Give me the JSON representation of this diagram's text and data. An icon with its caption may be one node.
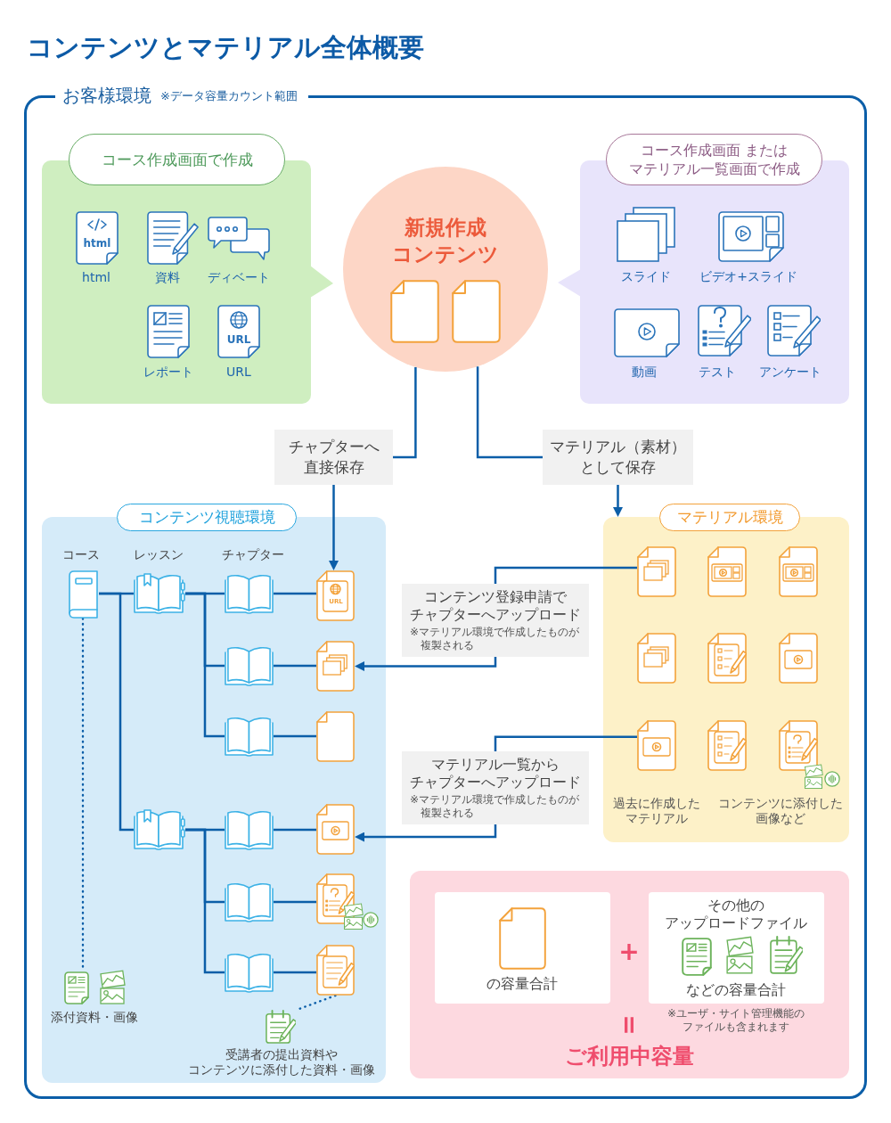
{
  "diagram": {
    "title": "コンテンツとマテリアル全体概要",
    "nodes": [
      {
        "text": [
          "お客様環境",
          "※データ容量カウント範囲"
        ]
      },
      {
        "text": [
          "コース作成画面で作成"
        ],
        "in": 0
      },
      {
        "text": [
          "html",
          "html"
        ],
        "in": 1
      },
      {
        "text": [
          "資料"
        ],
        "in": 1
      },
      {
        "text": [
          "ディベート"
        ],
        "in": 1
      },
      {
        "text": [
          "レポート"
        ],
        "in": 1
      },
      {
        "text": [
          "URL",
          "URL"
        ],
        "in": 1
      },
      {
        "text": [
          "新規作成コンテンツ"
        ],
        "in": 0
      },
      {
        "text": [
          "コース作成画面 またはマテリアル一覧画面で作成"
        ],
        "in": 0
      },
      {
        "text": [
          "スライド"
        ],
        "in": 8
      },
      {
        "text": [
          "ビデオ+スライド"
        ],
        "in": 8
      },
      {
        "text": [
          "動画"
        ],
        "in": 8
      },
      {
        "text": [
          "テスト"
        ],
        "in": 8
      },
      {
        "text": [
          "アンケート"
        ],
        "in": 8
      },
      {
        "text": [
          "チャプターへ直接保存"
        ],
        "in": 0
      },
      {
        "text": [
          "マテリアル（素材）として保存"
        ],
        "in": 0
      },
      {
        "text": [
          "コンテンツ視聴環境"
        ],
        "in": 0
      },
      {
        "text": [],
        "shape": "picture",
        "in": 16
      },
      {
        "text": [],
        "shape": "picture",
        "in": 16
      },
      {
        "text": [],
        "shape": "picture",
        "in": 16
      },
      {
        "text": [
          "URL"
        ],
        "in": 16
      },
      {
        "text": [],
        "shape": "picture",
        "in": 16
      },
      {
        "text": [],
        "shape": "picture",
        "in": 16
      },
      {
        "text": [],
        "shape": "picture",
        "in": 16
      },
      {
        "text": [],
        "shape": "picture",
        "in": 16
      },
      {
        "text": [],
        "shape": "picture",
        "in": 16
      },
      {
        "text": [],
        "shape": "picture",
        "in": 16
      },
      {
        "text": [],
        "shape": "picture",
        "in": 16
      },
      {
        "text": [],
        "shape": "picture",
        "in": 16
      },
      {
        "text": [],
        "shape": "picture",
        "in": 16
      },
      {
        "text": [],
        "shape": "picture",
        "in": 16
      },
      {
        "text": [],
        "shape": "picture",
        "in": 16
      },
      {
        "text": [
          "添付資料・画像"
        ],
        "in": 16
      },
      {
        "text": [
          "受講者の提出資料やコンテンツに添付した資料・画像"
        ],
        "in": 16
      },
      {
        "text": [
          "コンテンツ登録申請でチャプターへアップロード",
          "※マテリアル環境で作成したものが複製される"
        ],
        "in": 0
      },
      {
        "text": [
          "マテリアル一覧からチャプターへアップロード",
          "※マテリアル環境で作成したものが複製される"
        ],
        "in": 0
      },
      {
        "text": [
          "マテリアル環境"
        ],
        "in": 0
      },
      {
        "text": [],
        "shape": "picture",
        "in": 36
      },
      {
        "text": [],
        "shape": "picture",
        "in": 36
      },
      {
        "text": [],
        "shape": "picture",
        "in": 36
      },
      {
        "text": [],
        "shape": "picture",
        "in": 36
      },
      {
        "text": [],
        "shape": "picture",
        "in": 36
      },
      {
        "text": [],
        "shape": "picture",
        "in": 36
      },
      {
        "text": [],
        "shape": "picture",
        "in": 36
      },
      {
        "text": [],
        "shape": "picture",
        "in": 36
      },
      {
        "text": [],
        "shape": "picture",
        "in": 36
      },
      {
        "text": [
          "ご利用中容量"
        ],
        "in": 0
      },
      {
        "text": [
          "の容量合計"
        ],
        "in": 46
      },
      {
        "text": [
          "その他のアップロードファイル",
          "などの容量合計"
        ],
        "in": 46,
        "beside": [
          "※ユーザ・サイト管理機能のファイルも含まれます"
        ]
      }
    ],
    "edges": [
      {
        "from": 7,
        "to": 14,
        "arrow": "none"
      },
      {
        "from": 14,
        "to": 20,
        "arrow": "to"
      },
      {
        "from": 7,
        "to": 15,
        "arrow": "none"
      },
      {
        "from": 15,
        "to": 36,
        "arrow": "to"
      },
      {
        "from": 37,
        "to": 34,
        "arrow": "none"
      },
      {
        "from": 34,
        "to": 22,
        "arrow": "to"
      },
      {
        "from": 43,
        "to": 35,
        "arrow": "none"
      },
      {
        "from": 35,
        "to": 27,
        "arrow": "to"
      },
      {
        "from": 17,
        "to": 18,
        "arrow": "none"
      },
      {
        "from": 17,
        "to": 25,
        "arrow": "none"
      },
      {
        "from": 18,
        "to": 19,
        "arrow": "none"
      },
      {
        "from": 18,
        "to": 21,
        "arrow": "none"
      },
      {
        "from": 18,
        "to": 23,
        "arrow": "none"
      },
      {
        "from": 25,
        "to": 26,
        "arrow": "none"
      },
      {
        "from": 25,
        "to": 28,
        "arrow": "none"
      },
      {
        "from": 25,
        "to": 30,
        "arrow": "none"
      },
      {
        "from": 19,
        "to": 20,
        "arrow": "none"
      },
      {
        "from": 21,
        "to": 22,
        "arrow": "none"
      },
      {
        "from": 23,
        "to": 24,
        "arrow": "none"
      },
      {
        "from": 26,
        "to": 27,
        "arrow": "none"
      },
      {
        "from": 28,
        "to": 29,
        "arrow": "none"
      },
      {
        "from": 30,
        "to": 31,
        "arrow": "none"
      },
      {
        "from": 17,
        "to": 32,
        "arrow": "none",
        "style": "dashed"
      },
      {
        "from": 31,
        "to": 33,
        "arrow": "none",
        "style": "dashed"
      }
    ],
    "labels": [
      "コース",
      "レッスン",
      "チャプター",
      "過去に作成したマテリアル",
      "コンテンツに添付した画像など",
      "+",
      "="
    ]
  }
}
